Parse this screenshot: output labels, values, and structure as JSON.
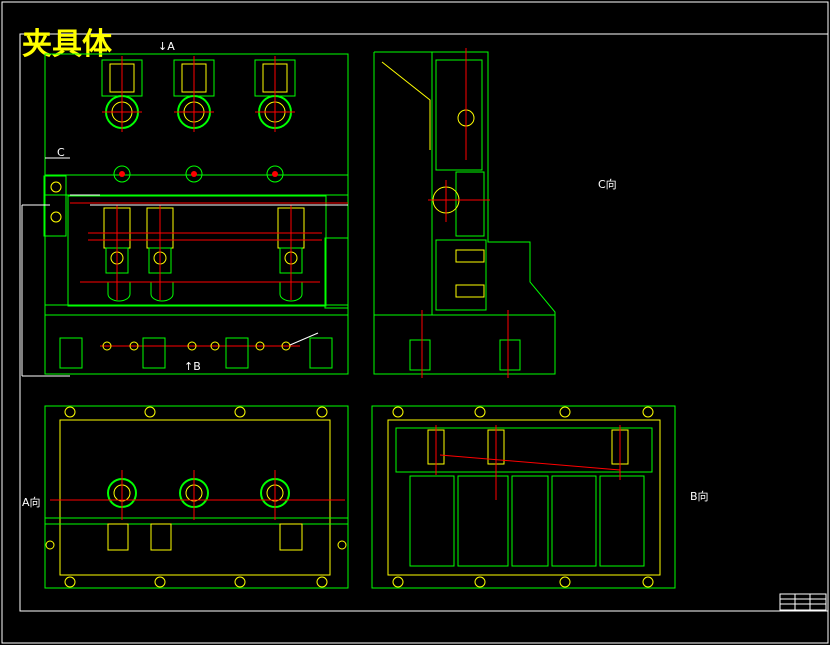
{
  "drawing": {
    "title": "夹具体",
    "labels": {
      "arrow_a": "↓A",
      "view_c_marker": "C",
      "arrow_b": "↑B",
      "view_c": "C向",
      "view_a": "A向",
      "view_b": "B向"
    }
  },
  "colors": {
    "background": "#000000",
    "outline": "#00ff00",
    "detail": "#ffff00",
    "center": "#ff0000",
    "text": "#ffffff",
    "title": "#ffff00"
  }
}
